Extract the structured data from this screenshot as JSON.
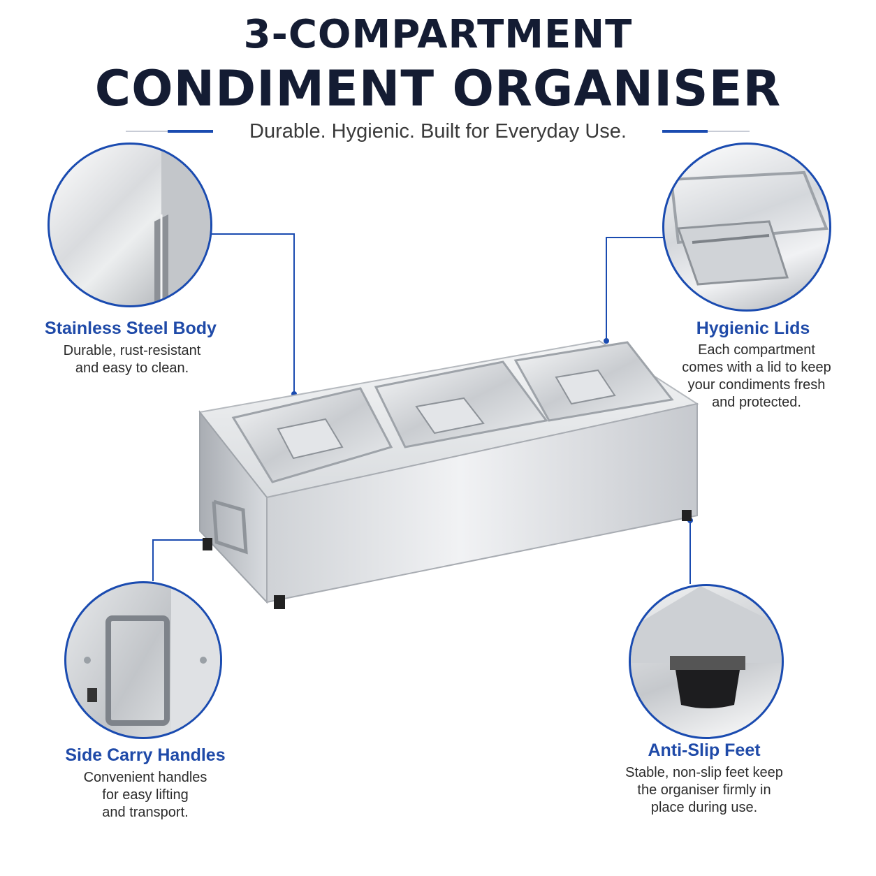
{
  "header": {
    "title_line1": "3-COMPARTMENT",
    "title_line2": "CONDIMENT ORGANISER",
    "subtitle": "Durable. Hygienic. Built for Everyday Use."
  },
  "features": {
    "steel": {
      "title": "Stainless Steel Body",
      "desc": [
        "Durable, rust-resistant",
        "and easy to clean."
      ]
    },
    "lids": {
      "title": "Hygienic Lids",
      "desc": [
        "Each compartment",
        "comes with a lid to keep",
        "your condiments fresh",
        "and protected."
      ]
    },
    "handles": {
      "title": "Side Carry Handles",
      "desc": [
        "Convenient handles",
        "for easy lifting",
        "and transport."
      ]
    },
    "feet": {
      "title": "Anti-Slip Feet",
      "desc": [
        "Stable, non-slip feet keep",
        "the organiser firmly in",
        "place during use."
      ]
    }
  },
  "colors": {
    "accent": "#1a4bb0",
    "title": "#141c33",
    "feature_title": "#1f4aa8"
  }
}
